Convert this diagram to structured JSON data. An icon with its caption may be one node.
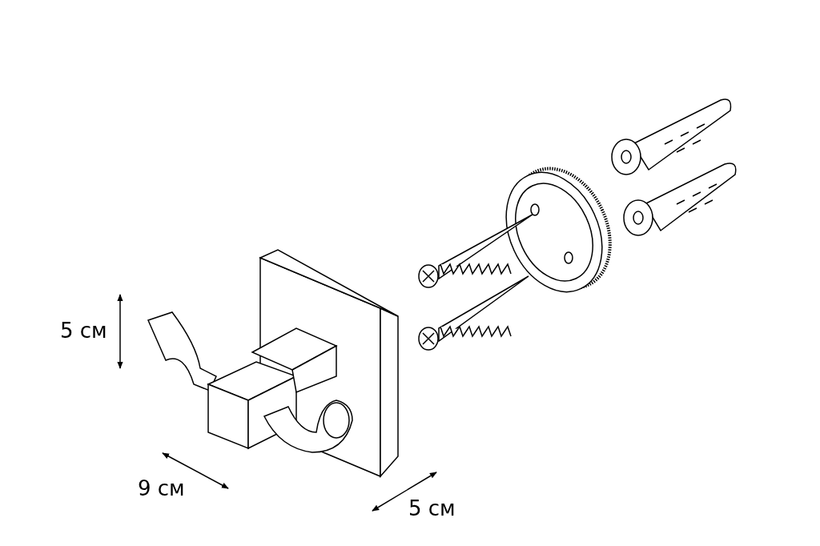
{
  "diagram": {
    "labels": [
      "5 см",
      "9 см",
      "5 см"
    ]
  }
}
